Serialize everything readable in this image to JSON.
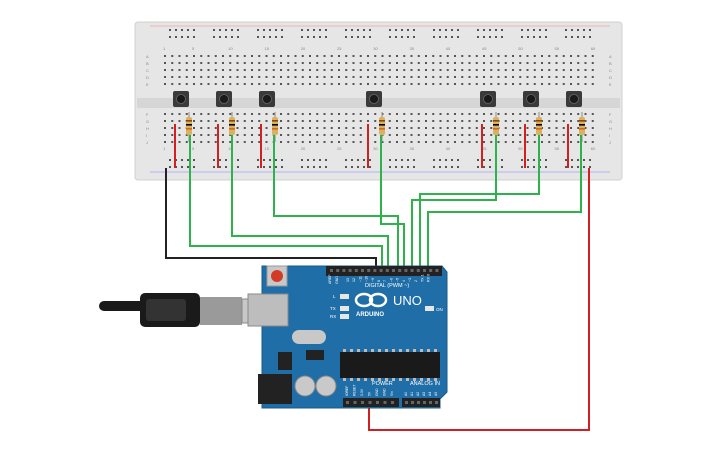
{
  "breadboard": {
    "row_labels_top": [
      "A",
      "B",
      "C",
      "D",
      "E"
    ],
    "row_labels_bottom": [
      "F",
      "G",
      "H",
      "I",
      "J"
    ],
    "column_numbers": [
      "1",
      "5",
      "10",
      "15",
      "20",
      "25",
      "30",
      "35",
      "40",
      "45",
      "50",
      "55",
      "60"
    ]
  },
  "buttons": {
    "count": 7
  },
  "resistors": {
    "count": 7,
    "color_body": "#d9b25e"
  },
  "arduino": {
    "logo_text": "ARDUINO",
    "model": "UNO",
    "digital_label": "DIGITAL (PWM ~)",
    "power_label": "POWER",
    "analog_label": "ANALOG IN",
    "on_label": "ON",
    "aref_label": "AREF",
    "gnd_label": "GND",
    "l_label": "L",
    "tx_label": "TX",
    "rx_label": "RX",
    "digital_pins": [
      "13",
      "12",
      "~11",
      "~10",
      "~9",
      "8",
      "7",
      "~6",
      "~5",
      "4",
      "~3",
      "2",
      "TX 1",
      "RX 0"
    ],
    "power_pins": [
      "IOREF",
      "RESET",
      "3.3V",
      "5V",
      "GND",
      "GND",
      "Vin"
    ],
    "analog_pins": [
      "A0",
      "A1",
      "A2",
      "A3",
      "A4",
      "A5"
    ]
  },
  "colors": {
    "board_blue": "#1f6ea8",
    "wire_green": "#2db34a",
    "wire_red": "#d21f1f",
    "wire_black": "#222222",
    "breadboard": "#e8e8e8"
  }
}
